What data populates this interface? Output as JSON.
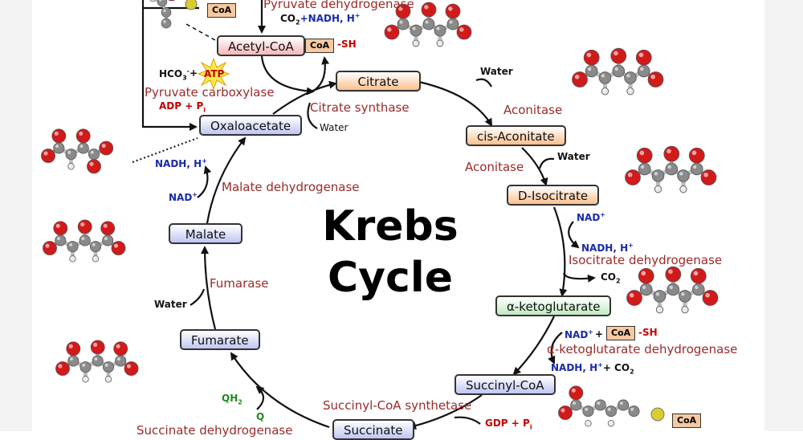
{
  "title": {
    "line1": "Krebs",
    "line2": "Cycle"
  },
  "nodes": {
    "acetyl_coa": "Acetyl-CoA",
    "citrate": "Citrate",
    "cis_aconitate": "cis-Aconitate",
    "d_isocitrate": "D-Isocitrate",
    "alpha_ketoglutarate": "α-ketoglutarate",
    "succinyl_coa": "Succinyl-CoA",
    "succinate": "Succinate",
    "fumarate": "Fumarate",
    "malate": "Malate",
    "oxaloacetate": "Oxaloacetate"
  },
  "enzymes": {
    "pyruvate_dehydrogenase": "Pyruvate dehydrogenase",
    "citrate_synthase": "Citrate synthase",
    "aconitase_1": "Aconitase",
    "aconitase_2": "Aconitase",
    "isocitrate_dehydrogenase": "Isocitrate dehydrogenase",
    "akg_dehydrogenase": "α-ketoglutarate dehydrogenase",
    "succinyl_coa_synthetase": "Succinyl-CoA synthetase",
    "succinate_dehydrogenase": "Succinate dehydrogenase",
    "fumarase": "Fumarase",
    "malate_dehydrogenase": "Malate dehydrogenase",
    "pyruvate_carboxylase": "Pyruvate carboxylase"
  },
  "cofactors": {
    "co2_pd": "CO",
    "nadh_pd": "+NADH, H",
    "coa_sh_box": "CoA",
    "sh": "-SH",
    "coa_top": "CoA",
    "hco3": "HCO",
    "plus": "+",
    "atp": "ATP",
    "adp_pi": "ADP + P",
    "water_citrate": "Water",
    "water_aconitase": "Water",
    "water_aconitase2": "Water",
    "nad_iso": "NAD",
    "nadh_iso": "NADH, H",
    "co2_iso": "CO",
    "nad_akg": "NAD",
    "plus_akg": "+",
    "coa_akg": "CoA",
    "sh_akg": "-SH",
    "nadh_akg": "NADH, H",
    "co2_akg": "+ CO",
    "gdp_pi": "GDP + P",
    "coa_succ": "CoA",
    "water_fumarase": "Water",
    "qh2": "QH",
    "q": "Q",
    "nadh_malate": "NADH, H",
    "nad_malate": "NAD"
  },
  "icons": [
    "molecule-icon",
    "atp-starburst-icon",
    "sulfur-atom-icon"
  ],
  "colors": {
    "enzyme": "#9a2a2a",
    "nad": "#1a2aa8",
    "adp": "#c30000",
    "quinone": "#1f8a1f",
    "oxygen": "#d21a1a",
    "carbon": "#8a8a8a"
  }
}
